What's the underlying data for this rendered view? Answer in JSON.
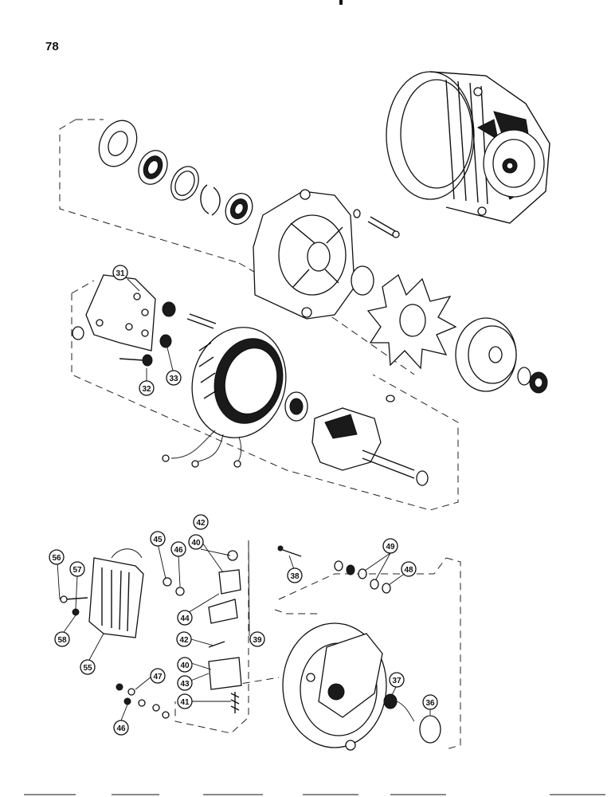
{
  "page": {
    "number": "78"
  },
  "callouts": [
    {
      "id": "c31",
      "label": "31"
    },
    {
      "id": "c32",
      "label": "32"
    },
    {
      "id": "c33",
      "label": "33"
    },
    {
      "id": "c36",
      "label": "36"
    },
    {
      "id": "c37",
      "label": "37"
    },
    {
      "id": "c38",
      "label": "38"
    },
    {
      "id": "c39",
      "label": "39"
    },
    {
      "id": "c40a",
      "label": "40"
    },
    {
      "id": "c40b",
      "label": "40"
    },
    {
      "id": "c41",
      "label": "41"
    },
    {
      "id": "c42a",
      "label": "42"
    },
    {
      "id": "c42b",
      "label": "42"
    },
    {
      "id": "c43",
      "label": "43"
    },
    {
      "id": "c44",
      "label": "44"
    },
    {
      "id": "c45",
      "label": "45"
    },
    {
      "id": "c46a",
      "label": "46"
    },
    {
      "id": "c46b",
      "label": "46"
    },
    {
      "id": "c47",
      "label": "47"
    },
    {
      "id": "c48",
      "label": "48"
    },
    {
      "id": "c49",
      "label": "49"
    },
    {
      "id": "c55",
      "label": "55"
    },
    {
      "id": "c56",
      "label": "56"
    },
    {
      "id": "c57",
      "label": "57"
    },
    {
      "id": "c58",
      "label": "58"
    }
  ]
}
